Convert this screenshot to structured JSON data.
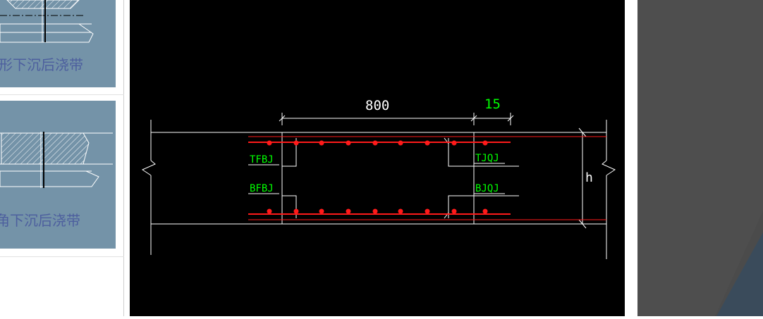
{
  "thumbnails": [
    {
      "label": "梯形下沉后浇带",
      "visible_text": "形下沉后浇带"
    },
    {
      "label": "倒角下沉后浇带",
      "visible_text": "角下沉后浇带"
    }
  ],
  "drawing": {
    "dim_main": "800",
    "dim_side": "15",
    "label_top_left": "TFBJ",
    "label_bottom_left": "BFBJ",
    "label_top_right": "TJQJ",
    "label_bottom_right": "BJQJ",
    "dim_height": "h"
  },
  "colors": {
    "canvas_bg": "#000000",
    "line": "#ffffff",
    "rebar": "#ff1a1a",
    "label": "#00ff00",
    "thumb_bg": "#7493a8",
    "thumb_text": "#4d5f9e"
  }
}
